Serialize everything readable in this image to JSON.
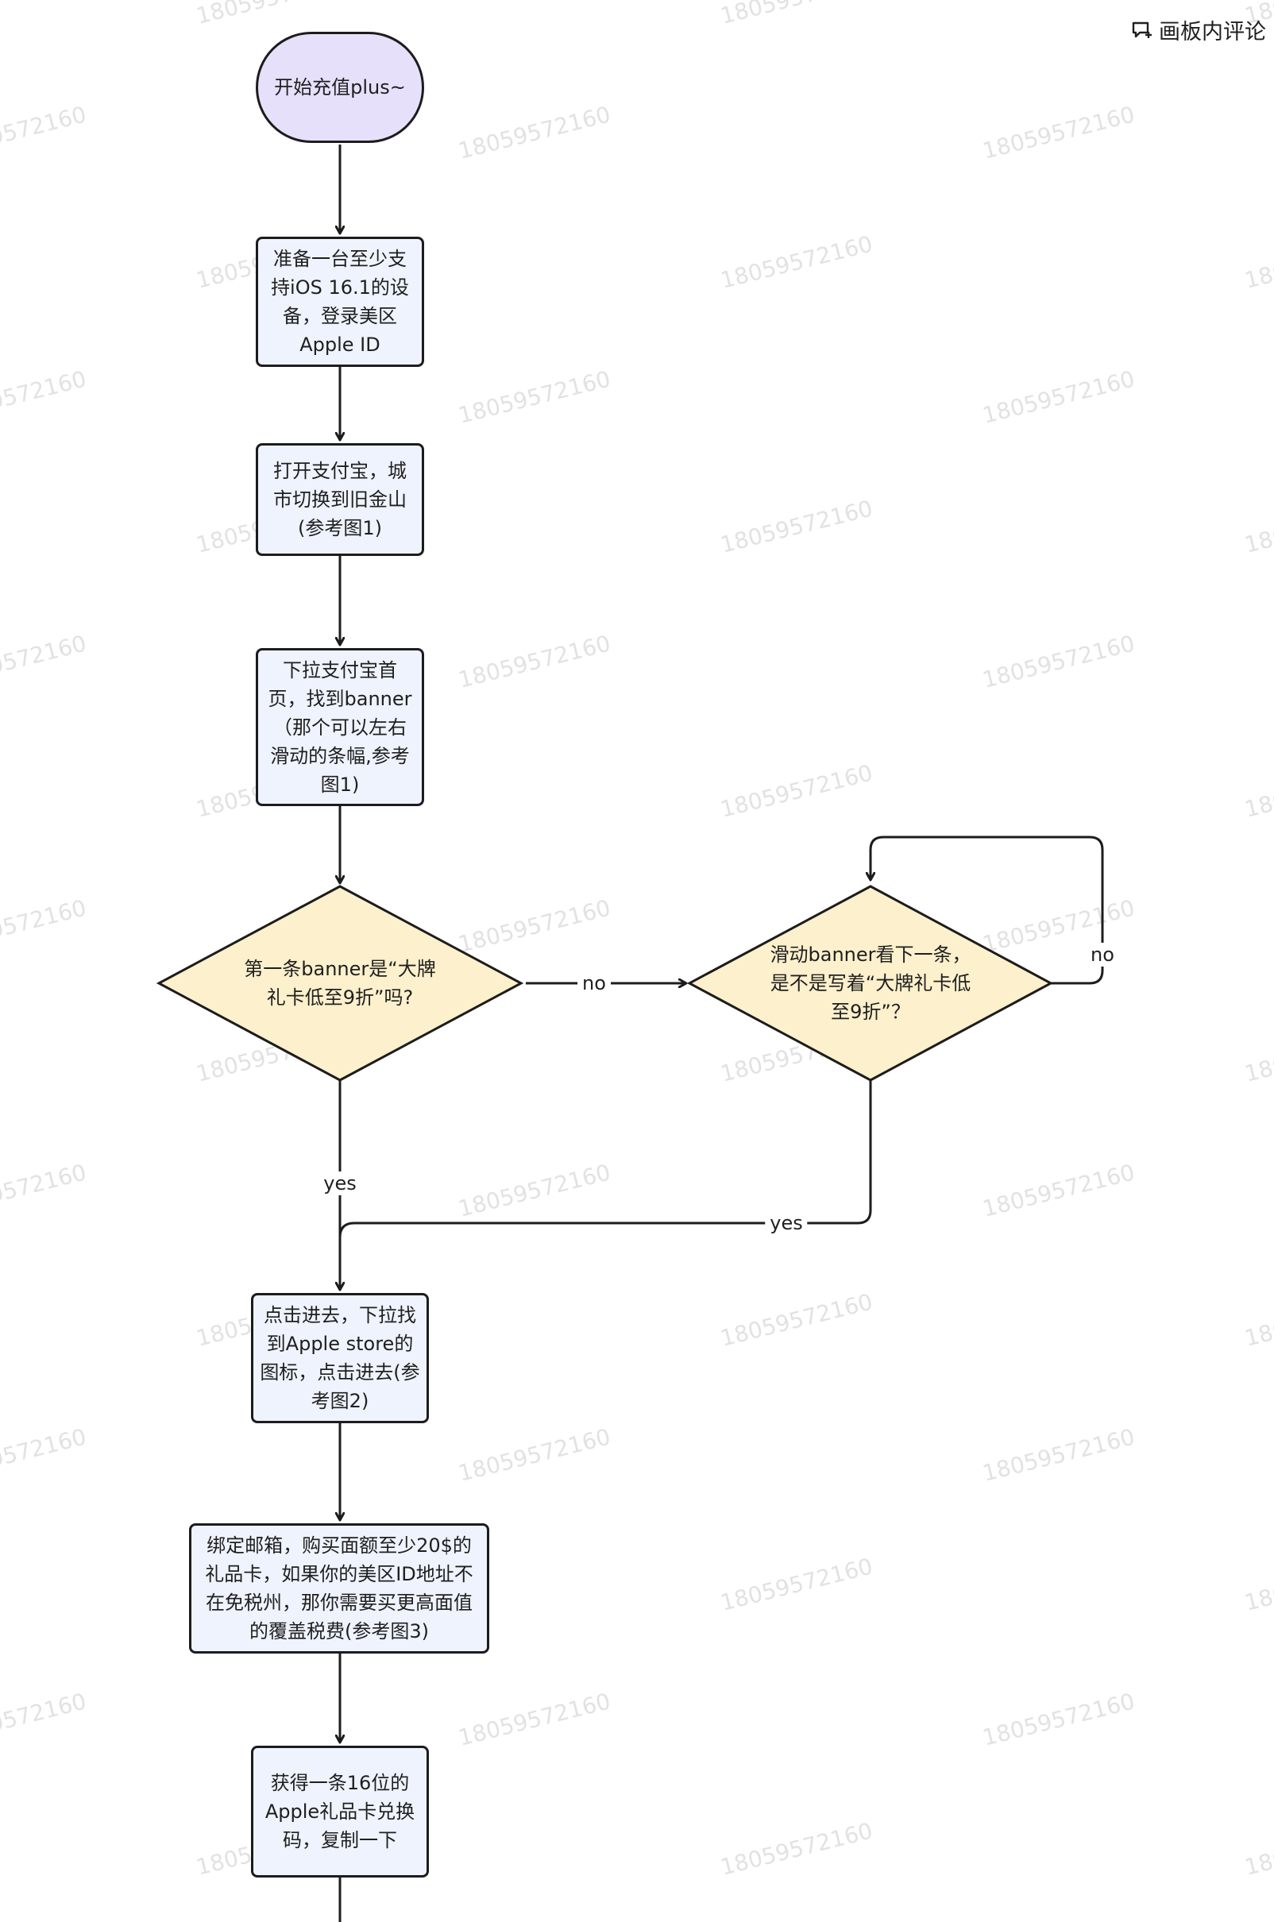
{
  "toolbar": {
    "comment_label": "画板内评论",
    "comment_icon": "comment-add-icon"
  },
  "watermark": "18059572160",
  "nodes": {
    "start": "开始充值plus~",
    "step1": "准备一台至少支持iOS 16.1的设备，登录美区Apple ID",
    "step2": "打开支付宝，城市切换到旧金山(参考图1)",
    "step3": "下拉支付宝首页，找到banner（那个可以左右滑动的条幅,参考图1)",
    "decision1": "第一条banner是“大牌礼卡低至9折”吗?",
    "decision2": "滑动banner看下一条，是不是写着“大牌礼卡低至9折”？",
    "step4": "点击进去，下拉找到Apple store的图标，点击进去(参考图2)",
    "step5": "绑定邮箱，购买面额至少20$的礼品卡，如果你的美区ID地址不在免税州，那你需要买更高面值的覆盖税费(参考图3)",
    "step6": "获得一条16位的Apple礼品卡兑换码，复制一下"
  },
  "edges": {
    "d1_no": "no",
    "d2_loop_no": "no",
    "d1_yes": "yes",
    "d2_yes": "yes"
  },
  "colors": {
    "process_fill": "#eef3fd",
    "start_fill": "#e6e0fb",
    "decision_fill": "#fdf0cc",
    "stroke": "#1c1c1c"
  }
}
